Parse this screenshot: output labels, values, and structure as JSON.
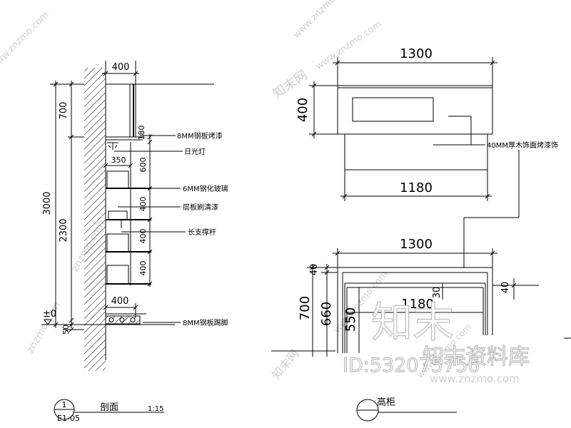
{
  "section_detail": {
    "dim_top_width": "400",
    "dim_total_height": "3000",
    "dim_upper": "700",
    "dim_lower": "2300",
    "dim_gap": "180",
    "dim_depth": "350",
    "dim_shelf_1": "600",
    "dim_shelf_2": "400",
    "dim_shelf_3": "400",
    "dim_shelf_4": "400",
    "dim_bottom_width": "400",
    "level_mark": "±0",
    "dim_base": "50",
    "labels": [
      "8MM钢板烤漆",
      "日光灯",
      "6MM钢化玻璃",
      "层板刷清漆",
      "长支撑杆",
      "8MM钢板踢脚"
    ],
    "title": "剖面",
    "scale": "1:15",
    "index_number": "1",
    "sheet_ref": "E1-05"
  },
  "elevation_detail": {
    "dim_top_width": "1300",
    "dim_box_height": "400",
    "dim_box_base_width": "1180",
    "material_label": "40MM厚木饰面烤漆饰",
    "dim_cabinet_width": "1300",
    "dim_top_gap_left": "40",
    "dim_top_gap_right": "40",
    "dim_height_700": "700",
    "dim_height_660": "660",
    "dim_height_550": "550",
    "dim_inner_30": "30",
    "dim_inner_width": "1180",
    "title": "高柜"
  },
  "watermark": {
    "brand_large": "知末",
    "brand_library": "知末资料库",
    "id_text": "ID:532075756",
    "url": "www.znzmo.com",
    "diag_site": "知末网",
    "diag_url": "www.znzmo.com",
    "diag_short": "znzmo.com"
  },
  "colors": {
    "line": "#000000",
    "watermark": "#c8c8c8",
    "background": "#ffffff"
  }
}
